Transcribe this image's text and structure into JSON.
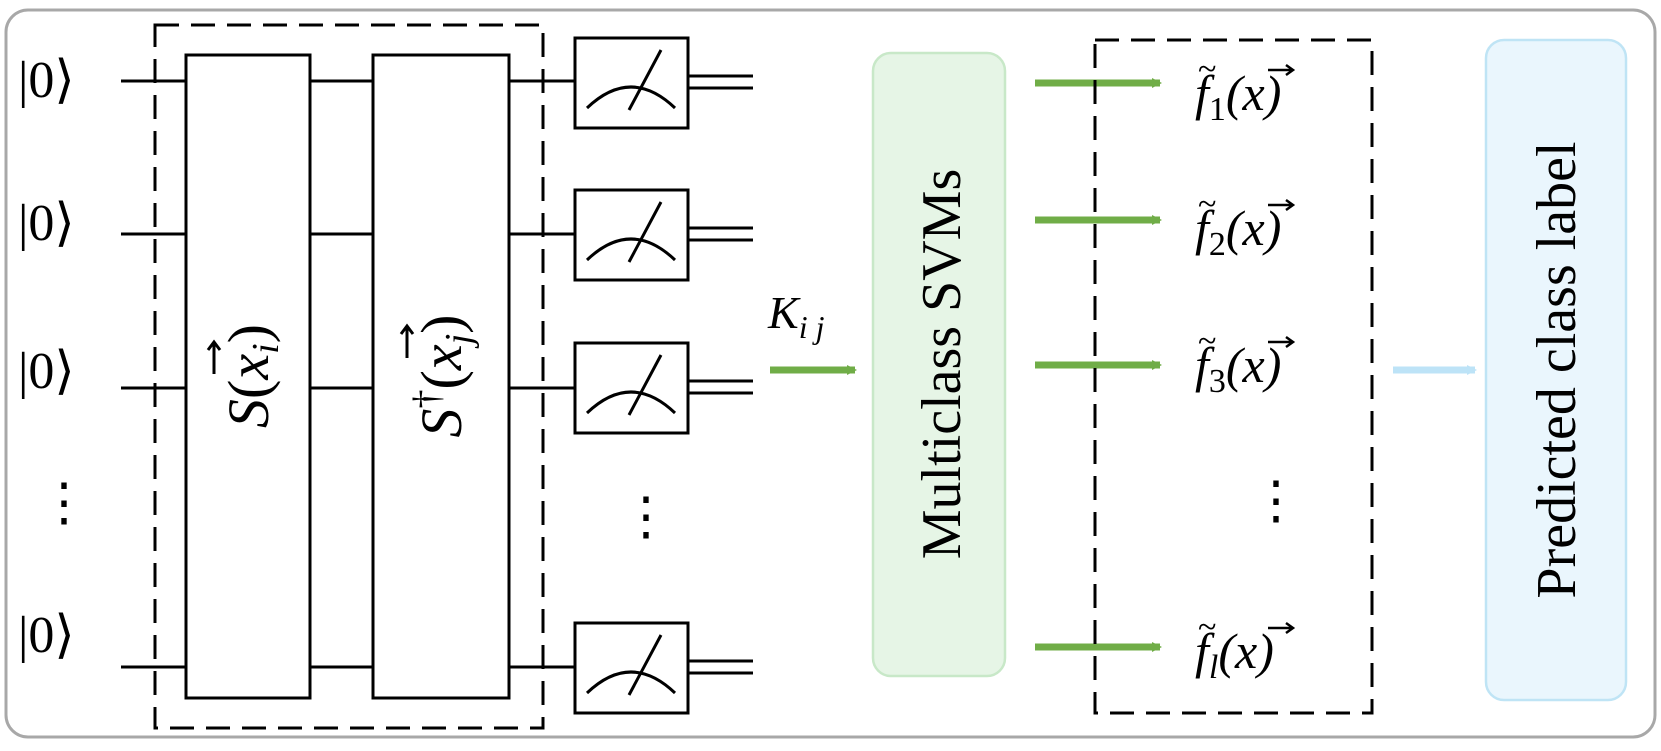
{
  "colors": {
    "frame": "#a8a8a8",
    "wire": "#000000",
    "arrow_green": "#70ad47",
    "arrow_blue": "#bde3f7",
    "svm_fill": "#e6f5e6",
    "svm_stroke": "#c8e8c8",
    "label_fill": "#eaf6fd",
    "label_stroke": "#bfe4f5"
  },
  "circuit": {
    "qubit_labels": [
      "|0⟩",
      "|0⟩",
      "|0⟩",
      "|0⟩"
    ],
    "vertical_ellipsis": "⋮",
    "gate_s": {
      "symbol": "S",
      "arg_open": "(",
      "vec": "x",
      "sub": "i",
      "arg_close": ")"
    },
    "gate_s_dagger": {
      "symbol": "S",
      "dagger": "†",
      "arg_open": "(",
      "vec": "x",
      "sub": "j",
      "arg_close": ")"
    },
    "kernel": {
      "symbol": "K",
      "sub": "i j"
    }
  },
  "svm": {
    "label": "Multiclass SVMs"
  },
  "outputs": {
    "functions": [
      {
        "f": "f",
        "sub": "1",
        "arg": "(x)"
      },
      {
        "f": "f",
        "sub": "2",
        "arg": "(x)"
      },
      {
        "f": "f",
        "sub": "3",
        "arg": "(x)"
      },
      {
        "f": "f",
        "sub": "l",
        "arg": "(x)"
      }
    ],
    "vertical_ellipsis": "⋮"
  },
  "result": {
    "label": "Predicted class label"
  }
}
